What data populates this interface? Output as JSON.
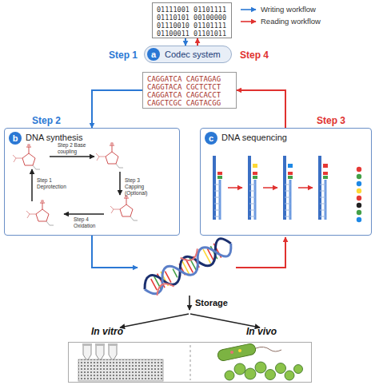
{
  "diagram": {
    "nodes": [
      {
        "text": [
          "01111001 01101111 01110101 00100000 01110010 01101111 01100011 01101011"
        ]
      },
      {
        "text": [
          "a",
          "Codec system"
        ]
      },
      {
        "text": [
          "CAGGATCA CAGTAGAG CAGGTACA CGCTCTCT CAGGATCA CAGCACCT CAGCTCGC CAGTACGG"
        ]
      },
      {
        "text": [
          "b",
          "DNA synthesis"
        ]
      },
      {
        "text": [
          "c",
          "DNA sequencing"
        ]
      },
      {
        "text": [
          "In vitro",
          "In vivo"
        ]
      }
    ],
    "edges": [
      {
        "from": 0,
        "to": 1,
        "arrow": "to"
      },
      {
        "from": 1,
        "to": 0,
        "arrow": "to"
      },
      {
        "from": 2,
        "to": 3,
        "arrow": "to"
      },
      {
        "from": 4,
        "to": 2,
        "arrow": "to"
      }
    ],
    "labels": [
      "Step 1",
      "Step 4",
      "Step 2",
      "Step 3",
      "Step 1 Deprotection",
      "Step 2 Base coupling",
      "Step 3 Capping (Optional)",
      "Step 4 Oxidation",
      "Storage"
    ],
    "legend": [
      {
        "text": "Writing workflow"
      },
      {
        "text": "Reading workflow"
      }
    ]
  }
}
